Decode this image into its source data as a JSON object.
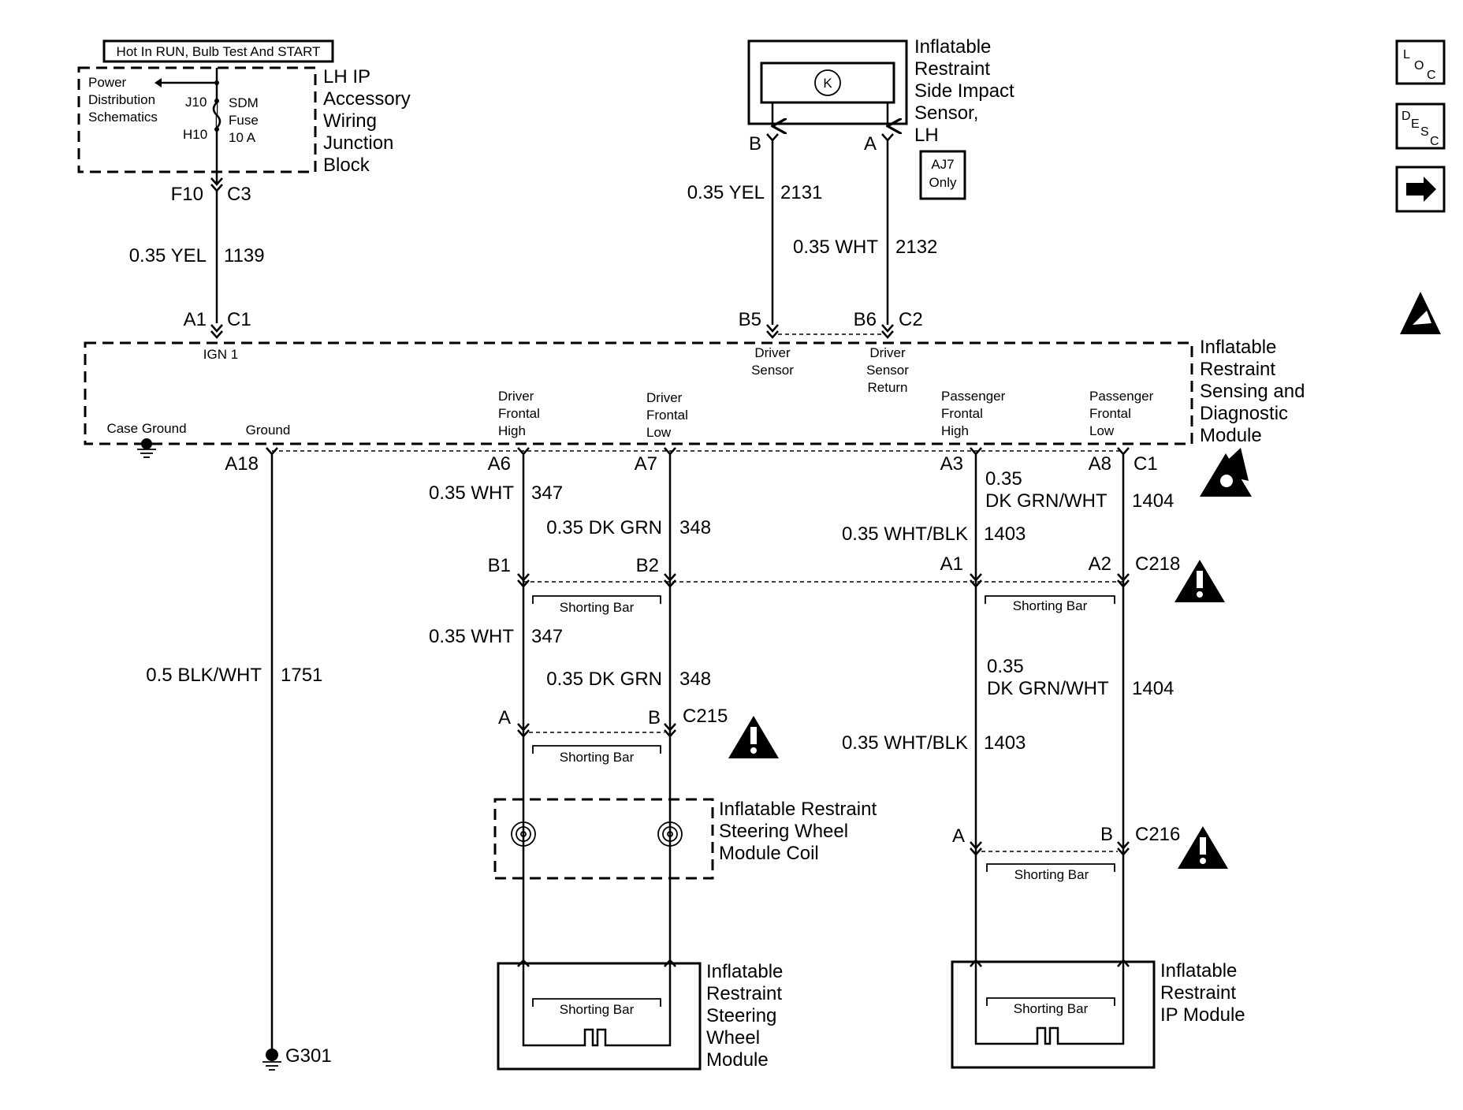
{
  "power_label": "Hot In RUN, Bulb Test And START",
  "junction_block": {
    "ref": "Power Distribution Schematics",
    "pin_top": "J10",
    "pin_bottom": "H10",
    "fuse_name": "SDM Fuse",
    "fuse_rating": "10 A",
    "name": "LH IP Accessory Wiring Junction Block"
  },
  "wire_1139": {
    "pin_top": "F10",
    "conn_top": "C3",
    "gauge_color": "0.35 YEL",
    "circuit": "1139",
    "pin_bottom": "A1",
    "conn_bottom": "C1"
  },
  "side_sensor": {
    "name": "Inflatable Restraint Side Impact Sensor, LH",
    "option": "AJ7 Only",
    "pin_b": "B",
    "pin_a": "A"
  },
  "wire_2131": {
    "gauge_color": "0.35 YEL",
    "circuit": "2131",
    "pin_bottom": "B5"
  },
  "wire_2132": {
    "gauge_color": "0.35 WHT",
    "circuit": "2132",
    "pin_bottom": "B6",
    "conn_bottom": "C2"
  },
  "sdm": {
    "name": "Inflatable Restraint Sensing and Diagnostic Module",
    "ign": "IGN 1",
    "driver_sensor": "Driver Sensor",
    "driver_sensor_return": "Driver Sensor Return",
    "case_ground": "Case Ground",
    "ground": "Ground",
    "driver_frontal_high": "Driver Frontal High",
    "driver_frontal_low": "Driver Frontal Low",
    "passenger_frontal_high": "Passenger Frontal High",
    "passenger_frontal_low": "Passenger Frontal Low",
    "pin_ground": "A18",
    "pin_dfh": "A6",
    "pin_dfl": "A7",
    "pin_pfh": "A3",
    "pin_pfl": "A8",
    "conn_bottom": "C1"
  },
  "wire_1751": {
    "gauge_color": "0.5 BLK/WHT",
    "circuit": "1751",
    "ground": "G301"
  },
  "driver_upper": {
    "w347": "0.35 WHT",
    "c347": "347",
    "w348": "0.35 DK GRN",
    "c348": "348",
    "pin_b1": "B1",
    "pin_b2": "B2"
  },
  "passenger_upper": {
    "w1404a": "0.35",
    "w1404b": "DK GRN/WHT",
    "c1404": "1404",
    "w1403": "0.35 WHT/BLK",
    "c1403": "1403",
    "pin_a1": "A1",
    "pin_a2": "A2",
    "conn": "C218"
  },
  "shorting_bar": "Shorting Bar",
  "driver_lower": {
    "w347": "0.35 WHT",
    "c347": "347",
    "w348": "0.35 DK GRN",
    "c348": "348",
    "pin_a": "A",
    "pin_b": "B",
    "conn": "C215"
  },
  "passenger_lower": {
    "w1404a": "0.35",
    "w1404b": "DK GRN/WHT",
    "c1404": "1404",
    "w1403": "0.35 WHT/BLK",
    "c1403": "1403",
    "pin_a": "A",
    "pin_b": "B",
    "conn": "C216"
  },
  "coil": {
    "name_1": "Inflatable Restraint",
    "name_2": "Steering Wheel",
    "name_3": "Module Coil"
  },
  "steering_module": {
    "l1": "Inflatable",
    "l2": "Restraint",
    "l3": "Steering",
    "l4": "Wheel",
    "l5": "Module"
  },
  "ip_module": {
    "l1": "Inflatable",
    "l2": "Restraint",
    "l3": "IP Module"
  },
  "nav": {
    "loc_l": "L",
    "loc_o": "O",
    "loc_c": "C",
    "desc_d": "D",
    "desc_e": "E",
    "desc_s": "S",
    "desc_c": "C",
    "arrow": "➜"
  }
}
